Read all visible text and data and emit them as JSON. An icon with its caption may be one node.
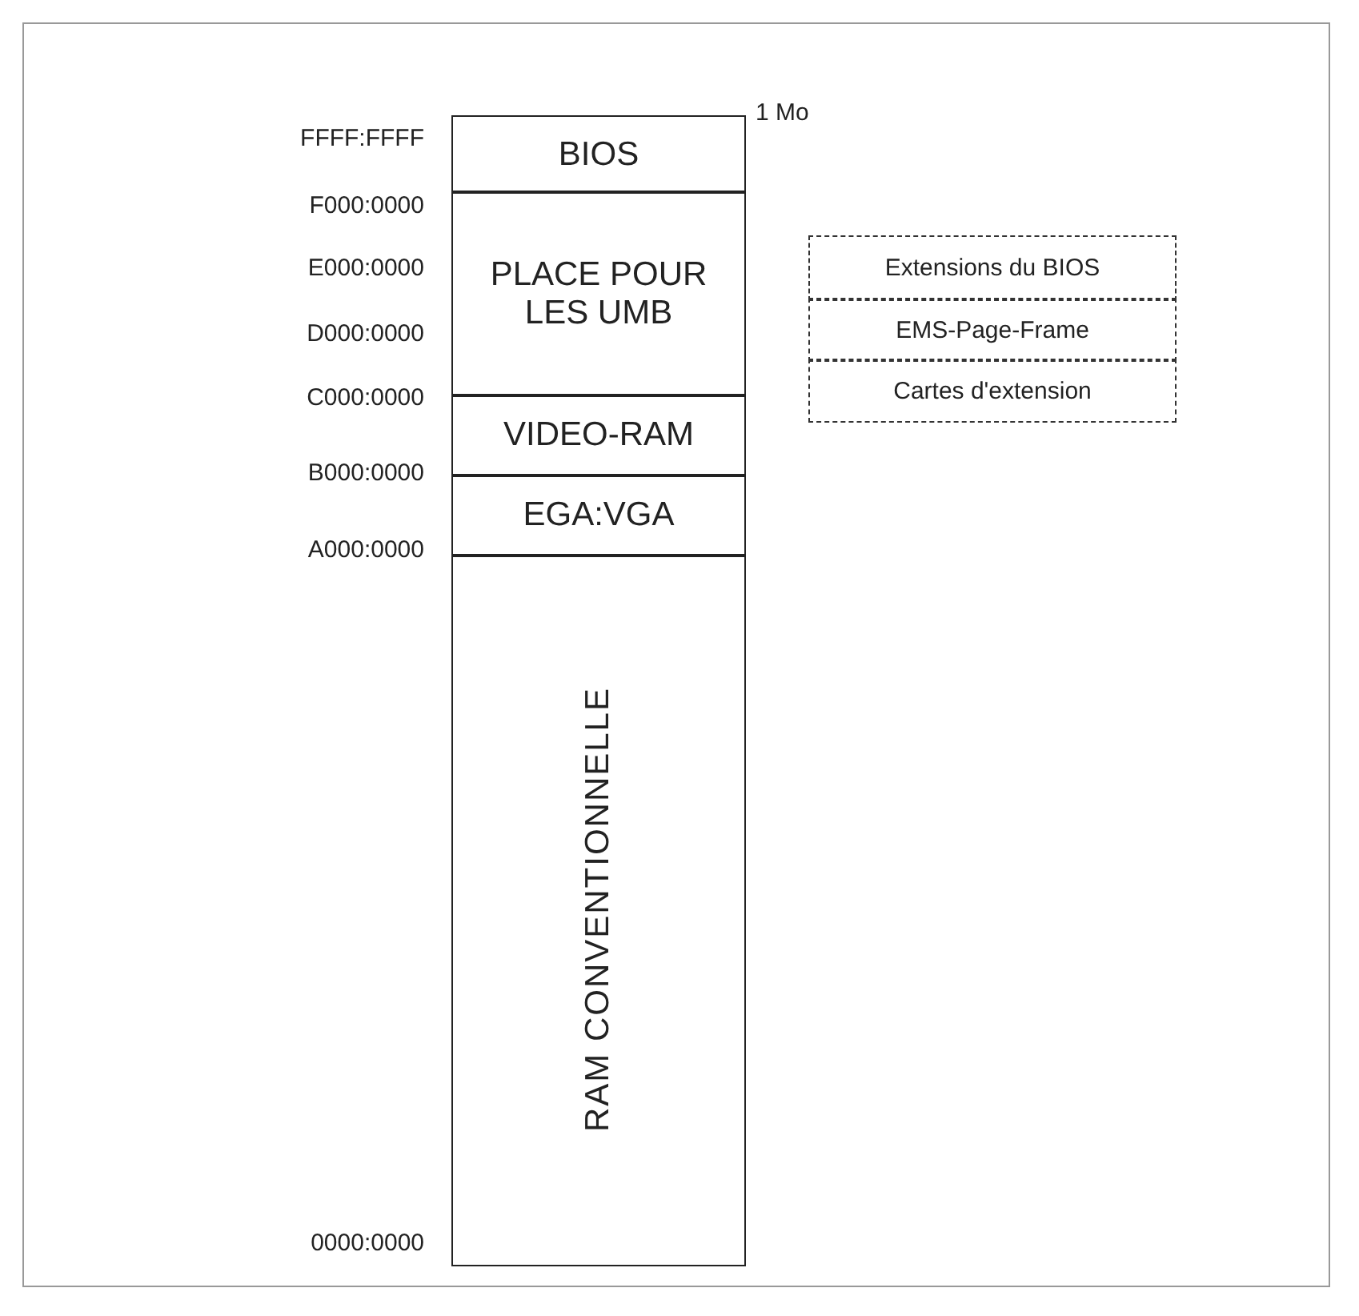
{
  "diagram": {
    "nodes": [
      {
        "text": [
          "BIOS"
        ]
      },
      {
        "text": [
          "PLACE POUR LES UMB"
        ]
      },
      {
        "text": [
          "VIDEO-RAM"
        ]
      },
      {
        "text": [
          "EGA:VGA"
        ]
      },
      {
        "text": [
          "RAM CONVENTIONNELLE"
        ]
      },
      {
        "text": [
          "Extensions du BIOS"
        ]
      },
      {
        "text": [
          "EMS-Page-Frame"
        ]
      },
      {
        "text": [
          "Cartes d'extension"
        ]
      }
    ],
    "labels": [
      "FFFF:FFFF",
      "1 Mo",
      "F000:0000",
      "E000:0000",
      "D000:0000",
      "C000:0000",
      "B000:0000",
      "A000:0000",
      "0000:0000"
    ]
  }
}
